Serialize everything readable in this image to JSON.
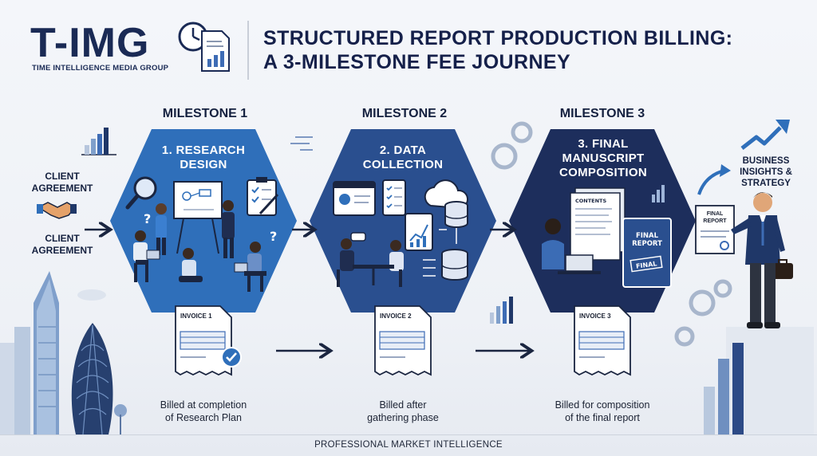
{
  "brand": {
    "logo": "T-IMG",
    "subtitle": "TIME INTELLIGENCE MEDIA GROUP"
  },
  "title": {
    "line1": "STRUCTURED REPORT PRODUCTION BILLING:",
    "line2": "A 3-MILESTONE FEE JOURNEY"
  },
  "client": {
    "label_top": "CLIENT\nAGREEMENT",
    "label_bottom": "CLIENT\nAGREEMENT"
  },
  "milestones": [
    {
      "label": "MILESTONE 1",
      "title": "1. RESEARCH\nDESIGN",
      "invoice": "INVOICE 1",
      "caption": "Billed at completion\nof Research Plan",
      "color": "#2f6fba"
    },
    {
      "label": "MILESTONE 2",
      "title": "2. DATA\nCOLLECTION",
      "invoice": "INVOICE 2",
      "caption": "Billed after\ngathering phase",
      "color": "#2a4f8f"
    },
    {
      "label": "MILESTONE 3",
      "title": "3. FINAL\nMANUSCRIPT\nCOMPOSITION",
      "invoice": "INVOICE 3",
      "caption": "Billed for composition\nof the final report",
      "color": "#1d2e5c"
    }
  ],
  "documents": {
    "contents": "CONTENTS",
    "final_report_book": "FINAL\nREPORT",
    "final_stamp": "FINAL",
    "final_report_sheet": "FINAL\nREPORT"
  },
  "outcome": {
    "label": "BUSINESS\nINSIGHTS &\nSTRATEGY"
  },
  "footer": "PROFESSIONAL MARKET INTELLIGENCE",
  "icons": [
    "clock-icon",
    "document-chart-icon",
    "handshake-icon",
    "gear-icon",
    "cloud-icon",
    "database-icon",
    "trend-arrow-icon",
    "checkmark-icon"
  ]
}
